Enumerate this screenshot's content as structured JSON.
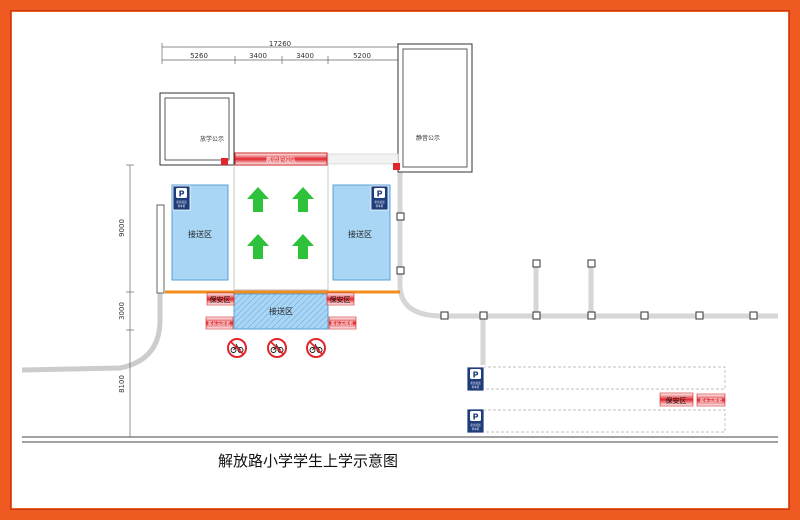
{
  "title": "解放路小学学生上学示意图",
  "dimensions": {
    "total": "17260",
    "segments": [
      "5260",
      "3400",
      "3400",
      "5200"
    ],
    "vertical": [
      "9000",
      "3000",
      "8100"
    ]
  },
  "buildings": {
    "left": "放学公示",
    "right": "静音公示"
  },
  "gate_banner": "教师护校队",
  "zones": {
    "left": "接送区",
    "right": "接送区",
    "center": "接送区"
  },
  "guard_labels": {
    "guard": "保安区",
    "parent": "家长志愿者"
  },
  "parking_sign": {
    "letter": "P",
    "text_lines": [
      "家长接送",
      "停车区"
    ]
  },
  "colors": {
    "frame": "#ef5a22",
    "zone_blue": "#a9d6f5",
    "arrow_green": "#2ec23a",
    "guard_red": "#e0262c",
    "line_orange": "#f28c1c"
  },
  "icons": [
    "no-bicycle-icon",
    "arrow-up-icon",
    "parking-icon"
  ]
}
